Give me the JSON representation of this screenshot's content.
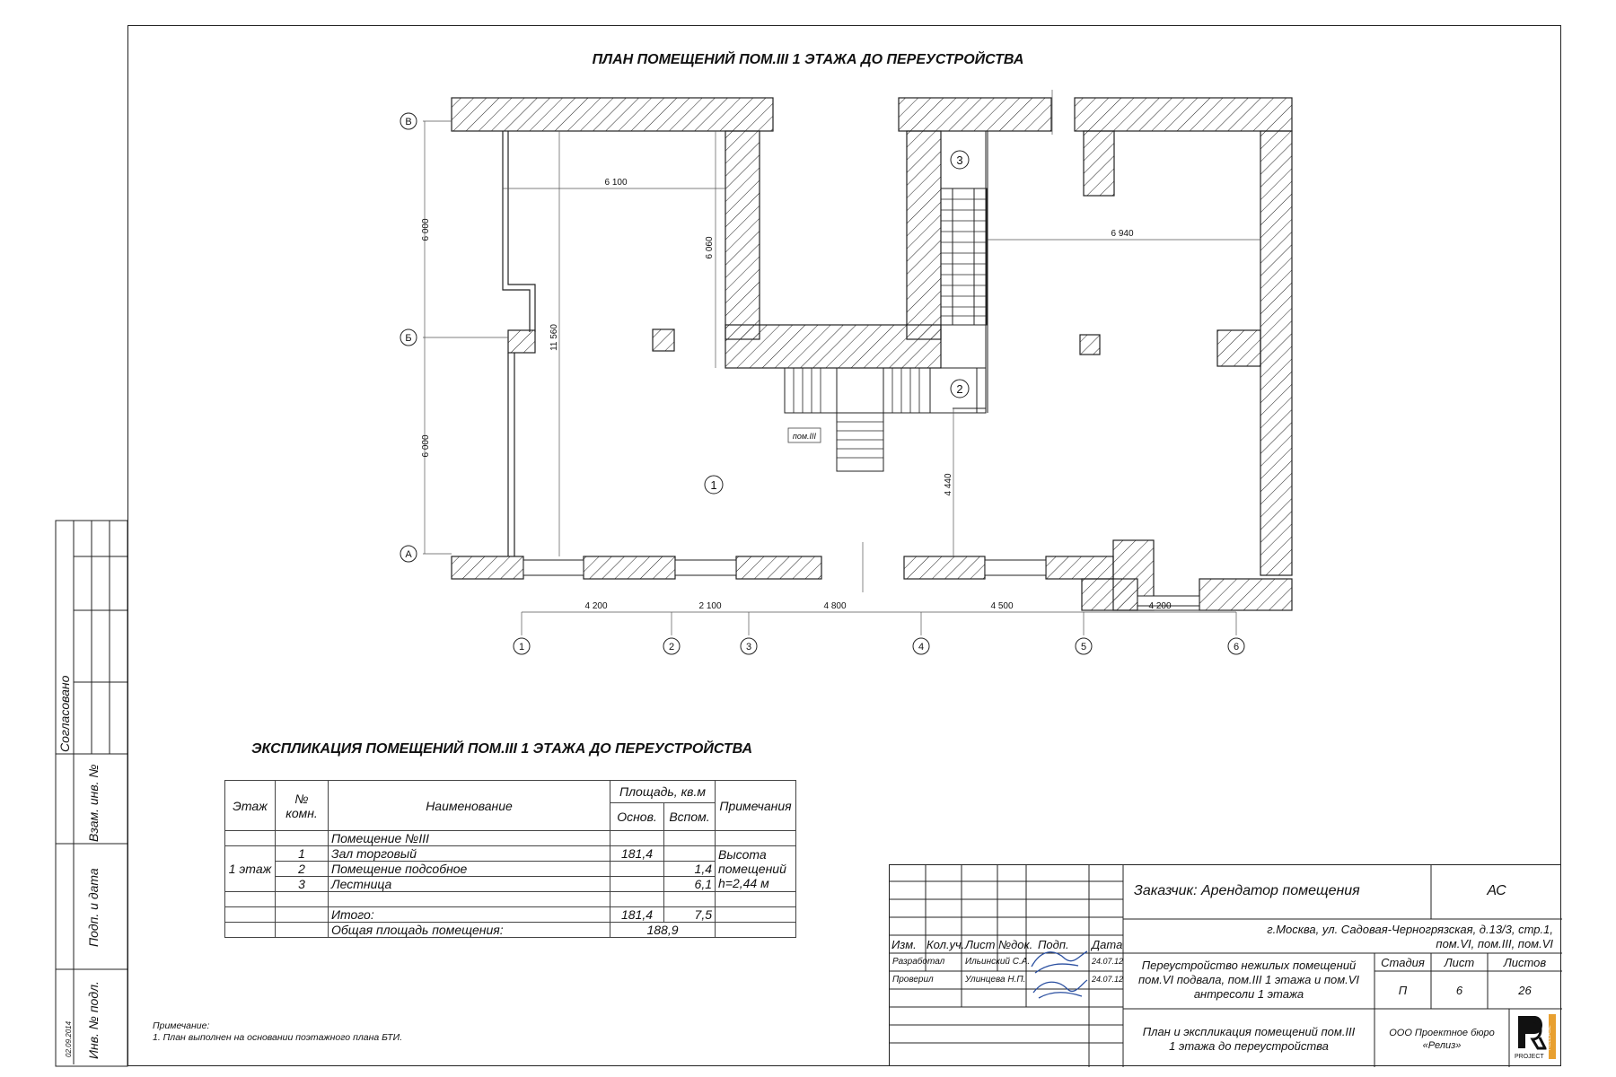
{
  "plan": {
    "title": "ПЛАН ПОМЕЩЕНИЙ ПОМ.III 1 ЭТАЖА ДО ПЕРЕУСТРОЙСТВА",
    "axes_letters": [
      "В",
      "Б",
      "А"
    ],
    "axes_numbers": [
      "1",
      "2",
      "3",
      "4",
      "5",
      "6"
    ],
    "dims_bottom": [
      "4 200",
      "2 100",
      "4 800",
      "4 500",
      "4 200"
    ],
    "dims_left": [
      "6 000",
      "6 000"
    ],
    "dim_6100": "6 100",
    "dim_11560": "11 560",
    "dim_6060": "6 060",
    "dim_6940": "6 940",
    "dim_4440": "4 440",
    "rooms": [
      "1",
      "2",
      "3"
    ],
    "tag": "пом.III"
  },
  "explication": {
    "title": "ЭКСПЛИКАЦИЯ ПОМЕЩЕНИЙ ПОМ.III 1 ЭТАЖА ДО ПЕРЕУСТРОЙСТВА",
    "headers": {
      "floor": "Этаж",
      "num": "№ комн.",
      "name": "Наименование",
      "area": "Площадь, кв.м",
      "main": "Основ.",
      "aux": "Вспом.",
      "notes": "Примечания"
    },
    "section": "Помещение №III",
    "floor_value": "1 этаж",
    "rows": [
      {
        "num": "1",
        "name": "Зал торговый",
        "main": "181,4",
        "aux": ""
      },
      {
        "num": "2",
        "name": "Помещение подсобное",
        "main": "",
        "aux": "1,4"
      },
      {
        "num": "3",
        "name": "Лестница",
        "main": "",
        "aux": "6,1"
      }
    ],
    "notes_lines": [
      "Высота",
      "помещений",
      "h=2,44 м"
    ],
    "total_label": "Итого:",
    "total_main": "181,4",
    "total_aux": "7,5",
    "grand_label": "Общая площадь помещения:",
    "grand_value": "188,9"
  },
  "footnote": {
    "heading": "Примечание:",
    "text": "1. План выполнен на основании поэтажного плана БТИ."
  },
  "sidebar": {
    "agreed": "Согласовано",
    "inv_repl": "Взам. инв. №",
    "sign_date": "Подп. и дата",
    "inv_orig": "Инв. № подл.",
    "date": "02.09.2014"
  },
  "stamp": {
    "customer": "Заказчик: Арендатор помещения",
    "code": "АС",
    "address_line1": "г.Москва, ул. Садовая-Черногрязская, д.13/3, стр.1,",
    "address_line2": "пом.VI, пом.III, пом.VI",
    "cols": [
      "Изм.",
      "Кол.уч.",
      "Лист",
      "№док.",
      "Подп.",
      "Дата"
    ],
    "developed_label": "Разработал",
    "developed_name": "Ильинский С.А.",
    "developed_date": "24.07.12",
    "checked_label": "Проверил",
    "checked_name": "Улинцева Н.П.",
    "checked_date": "24.07.12",
    "project_line1": "Переустройство нежилых помещений",
    "project_line2": "пом.VI подвала,  пом.III 1 этажа и пом.VI",
    "project_line3": "антресоли 1 этажа",
    "stage_label": "Стадия",
    "sheet_label": "Лист",
    "sheets_label": "Листов",
    "stage": "П",
    "sheet": "6",
    "sheets": "26",
    "drawing_line1": "План и экспликация помещений пом.III",
    "drawing_line2": "1 этажа до переустройства",
    "company_line1": "ООО Проектное бюро",
    "company_line2": "«Релиз»",
    "logo_project": "PROJECT",
    "logo_release": "RELEASE"
  }
}
